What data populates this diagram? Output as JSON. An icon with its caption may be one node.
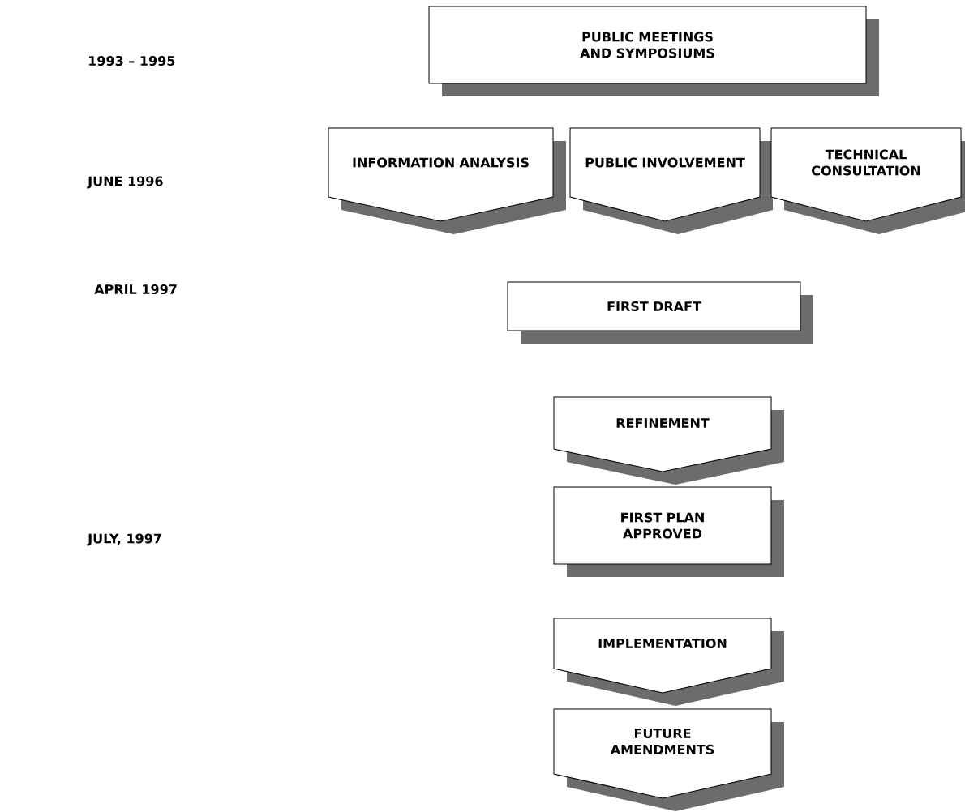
{
  "diagram": {
    "nodes": [
      {
        "text": [
          "PUBLIC  MEETINGS AND SYMPOSIUMS"
        ]
      },
      {
        "text": [
          "INFORMATION ANALYSIS"
        ]
      },
      {
        "text": [
          "PUBLIC INVOLVEMENT"
        ]
      },
      {
        "text": [
          "TECHNICAL CONSULTATION"
        ]
      },
      {
        "text": [
          "FIRST DRAFT"
        ]
      },
      {
        "text": [
          "REFINEMENT"
        ]
      },
      {
        "text": [
          "FIRST PLAN APPROVED"
        ]
      },
      {
        "text": [
          "IMPLEMENTATION"
        ]
      },
      {
        "text": [
          "FUTURE AMENDMENTS"
        ]
      }
    ],
    "labels": [
      "1993 – 1995",
      "JUNE 1996",
      "APRIL 1997",
      "JULY, 1997"
    ]
  }
}
